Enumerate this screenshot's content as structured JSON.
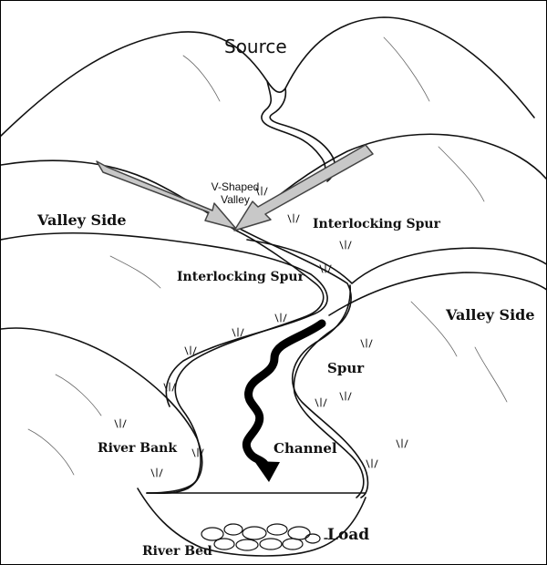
{
  "labels": {
    "source": "Source",
    "v_shaped_valley_line1": "V-Shaped",
    "v_shaped_valley_line2": "Valley",
    "valley_side_left": "Valley Side",
    "valley_side_right": "Valley Side",
    "interlocking_spur_upper": "Interlocking Spur",
    "interlocking_spur_middle": "Interlocking Spur",
    "spur": "Spur",
    "river_bank": "River Bank",
    "channel": "Channel",
    "load": "Load",
    "river_bed": "River Bed"
  },
  "colors": {
    "ink": "#111111",
    "arrow_fill": "#c8c8c8",
    "arrow_stroke": "#444444",
    "flow_arrow": "#000000",
    "background": "#ffffff"
  }
}
